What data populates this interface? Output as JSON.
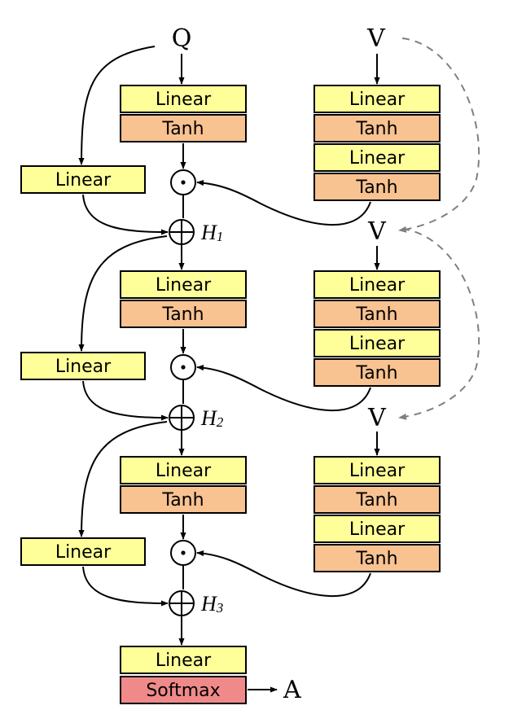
{
  "symbols": {
    "query": "Q",
    "value": "V",
    "output": "A"
  },
  "box_labels": {
    "linear": "Linear",
    "tanh": "Tanh",
    "softmax": "Softmax"
  },
  "hidden": [
    {
      "letter": "H",
      "index": "1"
    },
    {
      "letter": "H",
      "index": "2"
    },
    {
      "letter": "H",
      "index": "3"
    }
  ],
  "colors": {
    "linear_fill": "#ffff99",
    "tanh_fill": "#f8c291",
    "softmax_fill": "#f08a8a",
    "stroke": "#000000",
    "dashed": "#808080"
  },
  "icons": {
    "multiply": "circle-dot-icon",
    "add": "circle-plus-icon",
    "arrow": "arrowhead-icon"
  }
}
